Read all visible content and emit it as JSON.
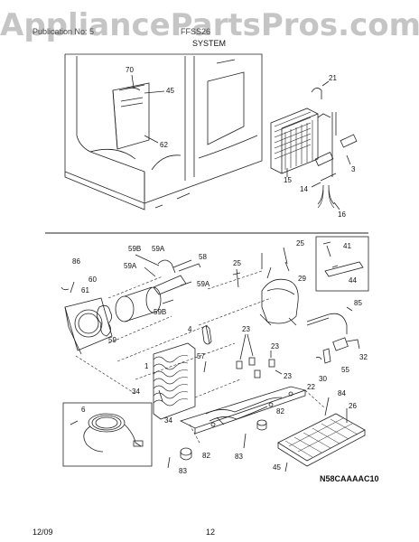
{
  "watermark": "AppliancePartsPros.com",
  "header": {
    "left_text": "Publication No: 5",
    "right_text": "FFSS26",
    "subtitle": "SYSTEM"
  },
  "footer": {
    "date": "12/09",
    "page_number": "12"
  },
  "diagram_code": "N58CAAAAC10",
  "upper_callouts": [
    "70",
    "45",
    "62",
    "21",
    "15",
    "3",
    "14",
    "16"
  ],
  "lower_callouts": {
    "fan_group": [
      "86",
      "60",
      "61",
      "59",
      "59B",
      "59A",
      "59A",
      "58",
      "59A",
      "59B"
    ],
    "compressor_group": [
      "25",
      "25",
      "29",
      "23",
      "23",
      "23",
      "22"
    ],
    "box_group": [
      "41",
      "44"
    ],
    "right_group": [
      "85",
      "32",
      "55",
      "30",
      "84",
      "26"
    ],
    "condenser_group": [
      "4",
      "57",
      "1",
      "34",
      "34",
      "6"
    ],
    "base_group": [
      "82",
      "82",
      "83",
      "83",
      "45"
    ]
  }
}
